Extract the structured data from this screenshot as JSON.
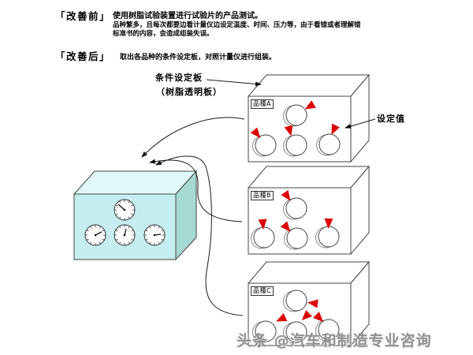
{
  "header": {
    "before_label": "「改善前」",
    "before_text1": "使用树脂试验装置进行试验片的产品测试。",
    "before_text2": "品种繁多，且每次都要边看计量仪边设定温度、时间、压力等，由于看错或者理解错标准书的内容，会造成组装失误。",
    "after_label": "「改善后」",
    "after_text": "取出各品种的条件设定板，对照计量仪进行组装。"
  },
  "diagram": {
    "condition_board_label": "条件设定板",
    "condition_board_sublabel": "（树脂透明板）",
    "set_value_label": "设定值",
    "panels": [
      {
        "label": "品種A"
      },
      {
        "label": "品種B"
      },
      {
        "label": "品種C"
      }
    ]
  },
  "watermark": "头条 @汽车和制造专业咨询",
  "colors": {
    "machine_front": "#c6eef0",
    "machine_top": "#e0f8f8",
    "machine_side": "#a5d9d4",
    "marker_red": "#dd0000",
    "line": "#1a1a1a"
  }
}
